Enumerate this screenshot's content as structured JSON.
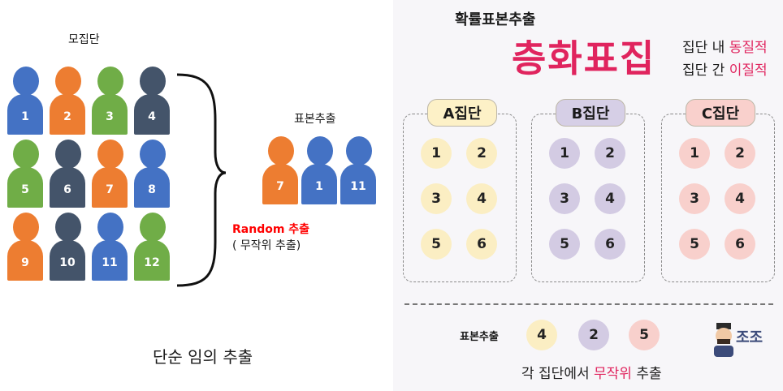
{
  "left": {
    "population_label": "모집단",
    "sample_label": "표본추출",
    "random_label": "Random 추출",
    "random_sub": "( 무작위 추출)",
    "caption": "단순 임의 추출",
    "colors": {
      "blue": "#4472c4",
      "orange": "#ed7d31",
      "green": "#70ad47",
      "navy": "#44546a",
      "red": "#ff0000"
    },
    "population": [
      {
        "n": "1",
        "c": "blue"
      },
      {
        "n": "2",
        "c": "orange"
      },
      {
        "n": "3",
        "c": "green"
      },
      {
        "n": "4",
        "c": "navy"
      },
      {
        "n": "5",
        "c": "green"
      },
      {
        "n": "6",
        "c": "navy"
      },
      {
        "n": "7",
        "c": "orange"
      },
      {
        "n": "8",
        "c": "blue"
      },
      {
        "n": "9",
        "c": "orange"
      },
      {
        "n": "10",
        "c": "navy"
      },
      {
        "n": "11",
        "c": "blue"
      },
      {
        "n": "12",
        "c": "green"
      }
    ],
    "sample": [
      {
        "n": "7",
        "c": "orange"
      },
      {
        "n": "1",
        "c": "blue"
      },
      {
        "n": "11",
        "c": "blue"
      }
    ]
  },
  "right": {
    "heading": "확률표본추출",
    "title": "층화표집",
    "desc1_a": "집단 내 ",
    "desc1_b": "동질적",
    "desc2_a": "집단 간 ",
    "desc2_b": "이질적",
    "accent": "#e0245e",
    "groups": [
      {
        "label": "A집단",
        "fill": "#fdf1c7",
        "dot": "#fbeec3",
        "items": [
          "1",
          "2",
          "3",
          "4",
          "5",
          "6"
        ]
      },
      {
        "label": "B집단",
        "fill": "#d6cfe6",
        "dot": "#d3cbe3",
        "items": [
          "1",
          "2",
          "3",
          "4",
          "5",
          "6"
        ]
      },
      {
        "label": "C집단",
        "fill": "#f9d0cc",
        "dot": "#f8d0cc",
        "items": [
          "1",
          "2",
          "3",
          "4",
          "5",
          "6"
        ]
      }
    ],
    "sample_label": "표본추출",
    "sample_values": [
      "4",
      "2",
      "5"
    ],
    "bottom_a": "각 집단에서 ",
    "bottom_b": "무작위",
    "bottom_c": " 추출",
    "logo_text": "조조"
  }
}
